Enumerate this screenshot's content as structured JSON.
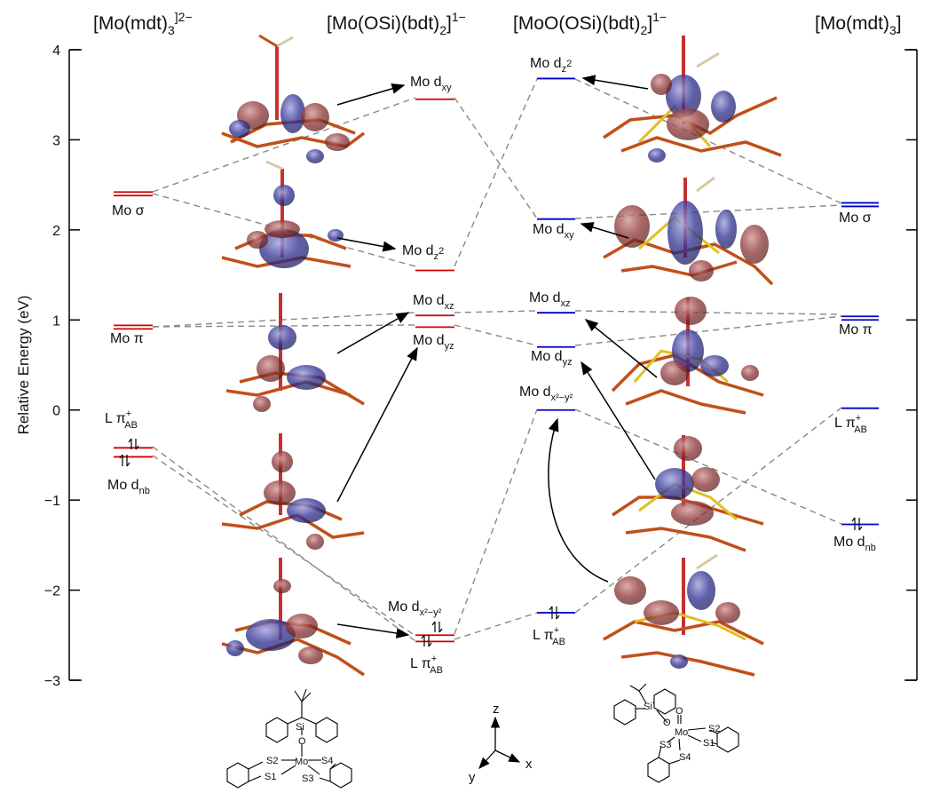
{
  "headers": {
    "col1": "[Mo(mdt)3]2−",
    "col2": "[Mo(OSi)(bdt)2]1−",
    "col3": "[MoO(OSi)(bdt)2]1−",
    "col4": "[Mo(mdt)3]"
  },
  "axis": {
    "label": "Relative Energy (eV)",
    "min": -3,
    "max": 4,
    "ticks": [
      "4",
      "3",
      "2",
      "1",
      "0",
      "−1",
      "−2",
      "−3"
    ]
  },
  "levels": {
    "col1": [
      {
        "id": "mo-sigma-1",
        "label": "Mo σ",
        "energy": 2.4,
        "color": "#d00000"
      },
      {
        "id": "mo-pi-1",
        "label": "Mo π",
        "energy": 0.92,
        "color": "#d00000"
      },
      {
        "id": "l-piab-1",
        "label": "L π+AB",
        "energy": -0.42,
        "color": "#d00000"
      },
      {
        "id": "mo-dnb-1",
        "label": "Mo dnb",
        "energy": -0.52,
        "color": "#d00000"
      }
    ],
    "col2": [
      {
        "id": "mo-dxy-2",
        "label": "Mo dxy",
        "energy": 3.45,
        "color": "#d00000"
      },
      {
        "id": "mo-dz2-2",
        "label": "Mo dz2",
        "energy": 1.55,
        "color": "#d00000"
      },
      {
        "id": "mo-dxz-2",
        "label": "Mo dxz",
        "energy": 1.05,
        "color": "#d00000"
      },
      {
        "id": "mo-dyz-2",
        "label": "Mo dyz",
        "energy": 0.92,
        "color": "#d00000"
      },
      {
        "id": "mo-dx2y2-2",
        "label": "Mo dx²−y²",
        "energy": -2.5,
        "color": "#d00000"
      },
      {
        "id": "l-piab-2",
        "label": "L π+AB",
        "energy": -2.57,
        "color": "#d00000"
      }
    ],
    "col3": [
      {
        "id": "mo-dz2-3",
        "label": "Mo dz2",
        "energy": 3.68,
        "color": "#0000c8"
      },
      {
        "id": "mo-dxy-3",
        "label": "Mo dxy",
        "energy": 2.12,
        "color": "#0000c8"
      },
      {
        "id": "mo-dxz-3",
        "label": "Mo dxz",
        "energy": 1.08,
        "color": "#0000c8"
      },
      {
        "id": "mo-dyz-3",
        "label": "Mo dyz",
        "energy": 0.7,
        "color": "#0000c8"
      },
      {
        "id": "mo-dx2y2-3",
        "label": "Mo dx²−y²",
        "energy": 0.0,
        "color": "#0000c8"
      },
      {
        "id": "l-piab-3",
        "label": "L π+AB",
        "energy": -2.25,
        "color": "#0000c8"
      }
    ],
    "col4": [
      {
        "id": "mo-sigma-4",
        "label": "Mo σ",
        "energy": 2.28,
        "color": "#0000c8"
      },
      {
        "id": "mo-pi-4",
        "label": "Mo π",
        "energy": 1.02,
        "color": "#0000c8"
      },
      {
        "id": "l-piab-4",
        "label": "L π+AB",
        "energy": 0.02,
        "color": "#0000c8"
      },
      {
        "id": "mo-dnb-4",
        "label": "Mo dnb",
        "energy": -1.27,
        "color": "#0000c8"
      }
    ]
  },
  "structure1": {
    "atoms": {
      "si": "Si",
      "o": "O",
      "mo": "Mo",
      "s1": "S1",
      "s2": "S2",
      "s3": "S3",
      "s4": "S4"
    }
  },
  "structure2": {
    "atoms": {
      "si": "Si",
      "o": "O",
      "mo": "Mo",
      "o2": "O",
      "s1": "S1",
      "s2": "S2",
      "s3": "S3",
      "s4": "S4"
    }
  },
  "axes_icon": {
    "z": "z",
    "y": "y",
    "x": "x"
  },
  "colors": {
    "red_level": "#d00000",
    "blue_level": "#0000c8",
    "orbital_positive": "#8a2b2b",
    "orbital_negative": "#2a2a8a",
    "bond": "#c0501a",
    "sulfur": "#e0c020"
  }
}
